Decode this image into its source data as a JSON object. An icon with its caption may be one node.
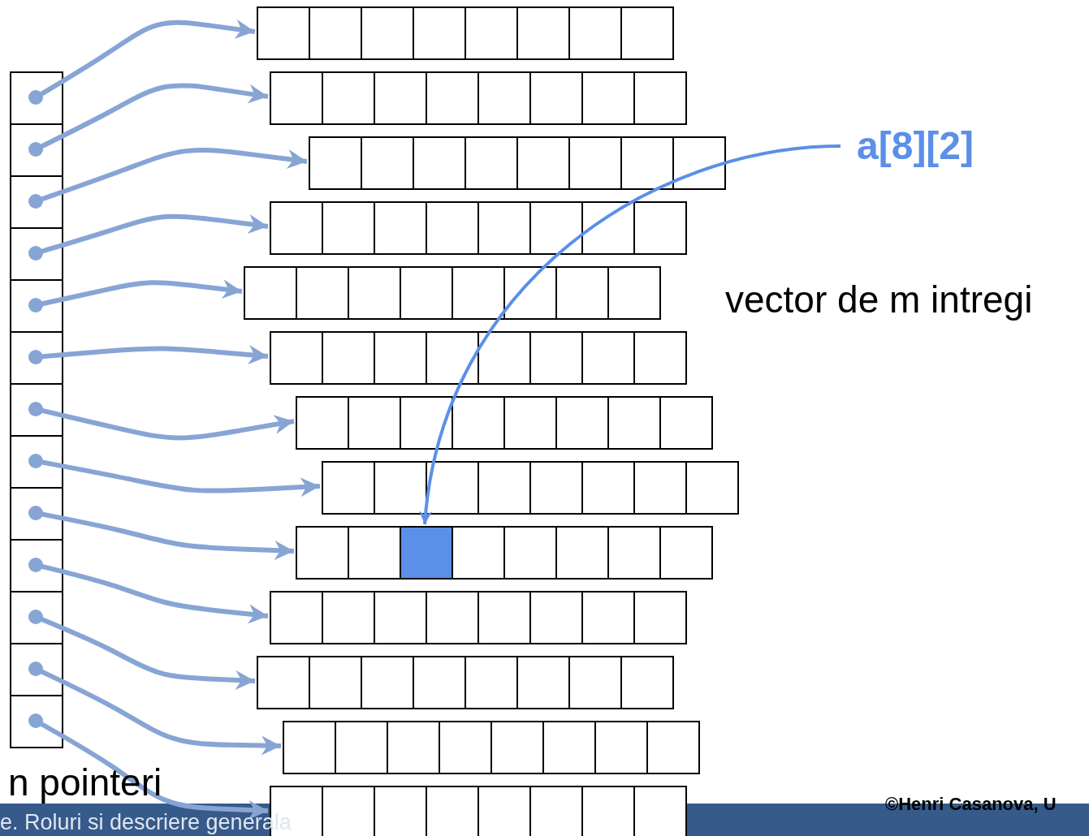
{
  "diagram": {
    "nodes": [
      {
        "text": [],
        "shape": "box"
      },
      {
        "text": [],
        "shape": "box"
      },
      {
        "text": [],
        "shape": "box"
      },
      {
        "text": [],
        "shape": "box"
      },
      {
        "text": [],
        "shape": "box"
      },
      {
        "text": [],
        "shape": "box"
      },
      {
        "text": [],
        "shape": "box"
      },
      {
        "text": [],
        "shape": "box"
      },
      {
        "text": [],
        "shape": "box"
      },
      {
        "text": [],
        "shape": "box"
      },
      {
        "text": [],
        "shape": "box"
      },
      {
        "text": [],
        "shape": "box"
      },
      {
        "text": [],
        "shape": "box"
      },
      {
        "text": [],
        "shape": "box"
      },
      {
        "text": [],
        "shape": "box"
      },
      {
        "text": [],
        "shape": "box"
      },
      {
        "text": [],
        "shape": "box"
      },
      {
        "text": [],
        "shape": "box"
      },
      {
        "text": [],
        "shape": "box"
      },
      {
        "text": [],
        "shape": "box"
      },
      {
        "text": [],
        "shape": "box"
      },
      {
        "text": [],
        "shape": "box"
      },
      {
        "text": [],
        "shape": "box"
      },
      {
        "text": [],
        "shape": "box"
      },
      {
        "text": [],
        "shape": "box"
      },
      {
        "text": [],
        "shape": "box"
      },
      {
        "text": [],
        "shape": "box",
        "in": 21
      },
      {
        "text": [
          "a[8][2]"
        ]
      }
    ],
    "edges": [
      {
        "from": 0,
        "to": 13,
        "arrow": "to"
      },
      {
        "from": 1,
        "to": 14,
        "arrow": "to"
      },
      {
        "from": 2,
        "to": 15,
        "arrow": "to"
      },
      {
        "from": 3,
        "to": 16,
        "arrow": "to"
      },
      {
        "from": 4,
        "to": 17,
        "arrow": "to"
      },
      {
        "from": 5,
        "to": 18,
        "arrow": "to"
      },
      {
        "from": 6,
        "to": 19,
        "arrow": "to"
      },
      {
        "from": 7,
        "to": 20,
        "arrow": "to"
      },
      {
        "from": 8,
        "to": 21,
        "arrow": "to"
      },
      {
        "from": 9,
        "to": 22,
        "arrow": "to"
      },
      {
        "from": 10,
        "to": 23,
        "arrow": "to"
      },
      {
        "from": 11,
        "to": 24,
        "arrow": "to"
      },
      {
        "from": 12,
        "to": 25,
        "arrow": "to"
      },
      {
        "from": 27,
        "to": 26,
        "arrow": "to",
        "color": "#5b8fe8"
      }
    ],
    "labels": [
      "vector de m intregi",
      "n pointeri",
      "e. Roluri si descriere generala",
      "©Henri Casanova, U"
    ]
  }
}
